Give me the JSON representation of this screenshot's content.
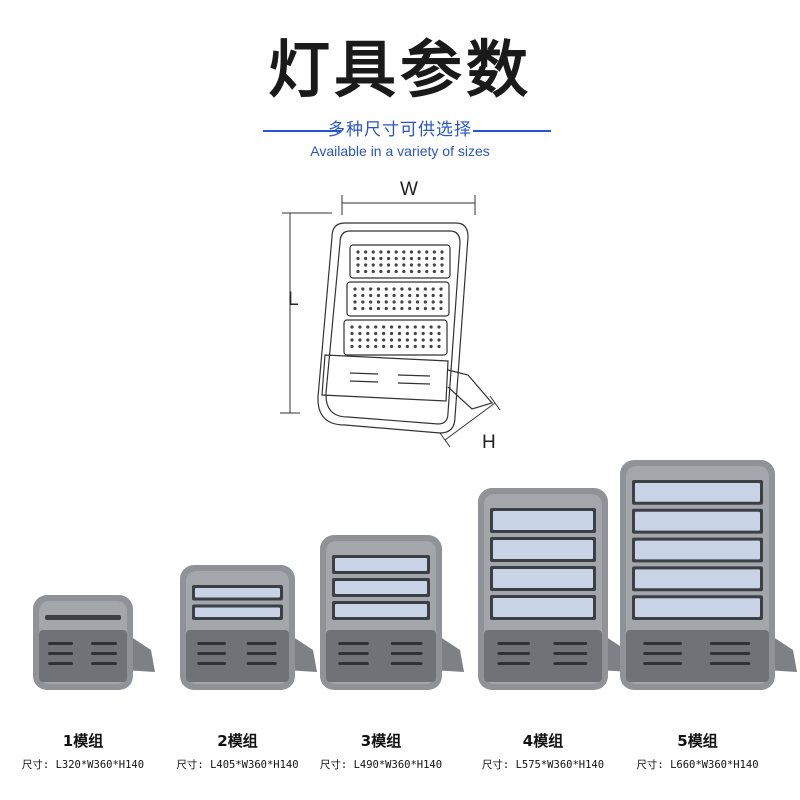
{
  "header": {
    "title": "灯具参数",
    "subtitle_cn": "多种尺寸可供选择",
    "subtitle_en": "Available in a variety of sizes"
  },
  "diagram": {
    "label_w": "W",
    "label_l": "L",
    "label_h": "H"
  },
  "products": [
    {
      "label": "1模组",
      "size": "尺寸: L320*W360*H140",
      "modules": 1
    },
    {
      "label": "2模组",
      "size": "尺寸: L405*W360*H140",
      "modules": 2
    },
    {
      "label": "3模组",
      "size": "尺寸: L490*W360*H140",
      "modules": 3
    },
    {
      "label": "4模组",
      "size": "尺寸: L575*W360*H140",
      "modules": 4
    },
    {
      "label": "5模组",
      "size": "尺寸: L660*W360*H140",
      "modules": 5
    }
  ],
  "colors": {
    "accent": "#2a54c9",
    "housing": "#8f9398",
    "led_panel": "#c9d3e6"
  }
}
